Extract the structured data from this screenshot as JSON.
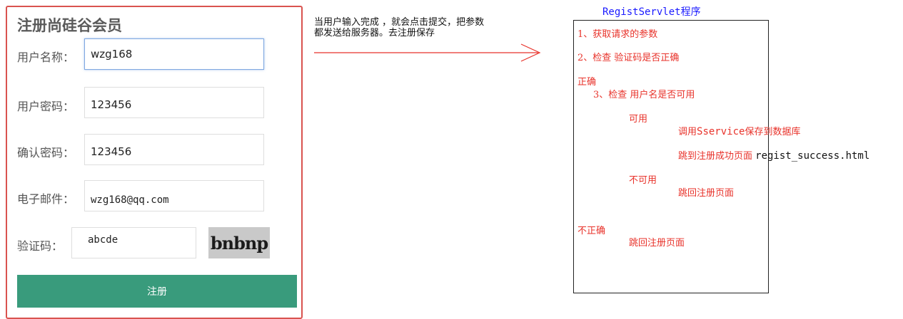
{
  "form": {
    "title": "注册尚硅谷会员",
    "fields": [
      {
        "label": "用户名称：",
        "value": "wzg168"
      },
      {
        "label": "用户密码：",
        "value": "123456"
      },
      {
        "label": "确认密码：",
        "value": "123456"
      },
      {
        "label": "电子邮件：",
        "value": "wzg168@qq.com"
      }
    ],
    "captcha_label": "验证码：",
    "captcha_value": "abcde",
    "captcha_image_text": "bnbnp",
    "submit_label": "注册"
  },
  "annotation": {
    "line1": "当用户输入完成 ，就会点击提交，把参数",
    "line2": "都发送给服务器。去注册保存"
  },
  "servlet": {
    "title": "RegistServlet程序",
    "steps": {
      "s1": "1、获取请求的参数",
      "s2": "2、检查 验证码是否正确",
      "correct": "正确",
      "s3": "3、检查 用户名是否可用",
      "available": "可用",
      "call_service_prefix": "调用",
      "call_service_code": "Sservice",
      "call_service_suffix": "保存到数据库",
      "jump_success_prefix": "跳到注册成功页面 ",
      "jump_success_code": "regist_success.html",
      "unavailable": "不可用",
      "jump_back_1": "跳回注册页面",
      "incorrect": "不正确",
      "jump_back_2": "跳回注册页面"
    }
  },
  "colors": {
    "form_border": "#d9534f",
    "submit_bg": "#399b7c",
    "servlet_title": "#1a1aff",
    "step_text": "#e8322a",
    "arrow": "#e8322a"
  }
}
